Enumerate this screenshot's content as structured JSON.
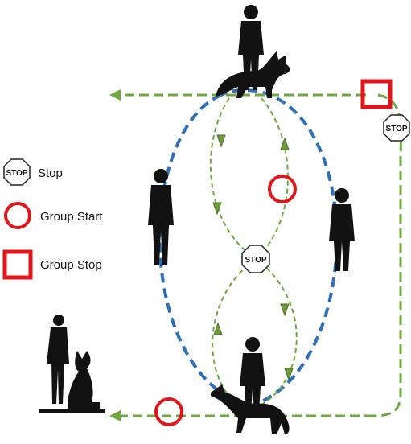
{
  "legend": {
    "stop_label": "Stop",
    "group_start_label": "Group Start",
    "group_stop_label": "Group Stop"
  },
  "stop_sign_text": "STOP",
  "colors": {
    "blue_path": "#2e6fb5",
    "green_path": "#6ea83e",
    "arrow_fill": "#6e9a3c",
    "marker_red": "#e0161b",
    "silhouette": "#121212"
  },
  "icons": [
    "person-silhouette",
    "dog-silhouette",
    "stop-sign",
    "group-start-circle",
    "group-stop-square"
  ]
}
